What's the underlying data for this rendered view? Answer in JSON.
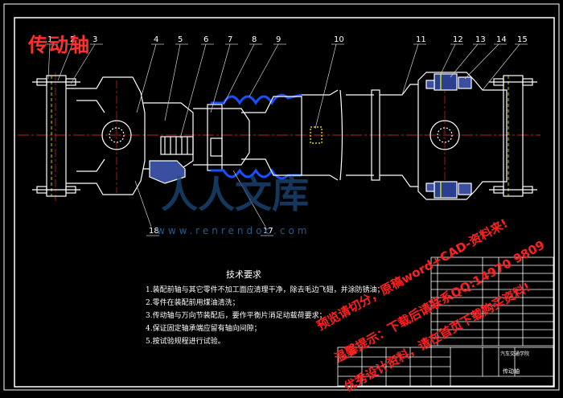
{
  "drawing_title": "传动轴",
  "callouts": [
    "1",
    "2",
    "3",
    "4",
    "5",
    "6",
    "7",
    "8",
    "9",
    "10",
    "11",
    "12",
    "13",
    "14",
    "15",
    "17",
    "18"
  ],
  "tech_requirements": {
    "title": "技术要求",
    "items": [
      "1.装配前轴与其它零件不加工面应清理干净，除去毛边飞翅，并涂防锈油；",
      "2.零件在装配前用煤油清洗；",
      "3.传动轴与万向节装配后，要作平衡片消足动载荷要求；",
      "4.保证固定轴承端应留有轴向间隙；",
      "5.按试验规程进行试验。"
    ]
  },
  "watermark_site": "www.renrendoc.com",
  "watermark_logo": "人人文库",
  "promo_text": [
    "预览请切分，原稿word+CAD-资料来!",
    "温馨提示：下载后请联系QQ:14970 9809",
    "优秀设计资料，请在首页下载购买资料!"
  ],
  "title_block": {
    "name": "传动轴",
    "school": "汽车交通学院"
  },
  "colors": {
    "background": "#000000",
    "lines": "#ffffff",
    "centerline": "#ff3030",
    "bellows": "#1a4fff",
    "stamp": "#ff3030",
    "watermark": "#ff2020"
  }
}
